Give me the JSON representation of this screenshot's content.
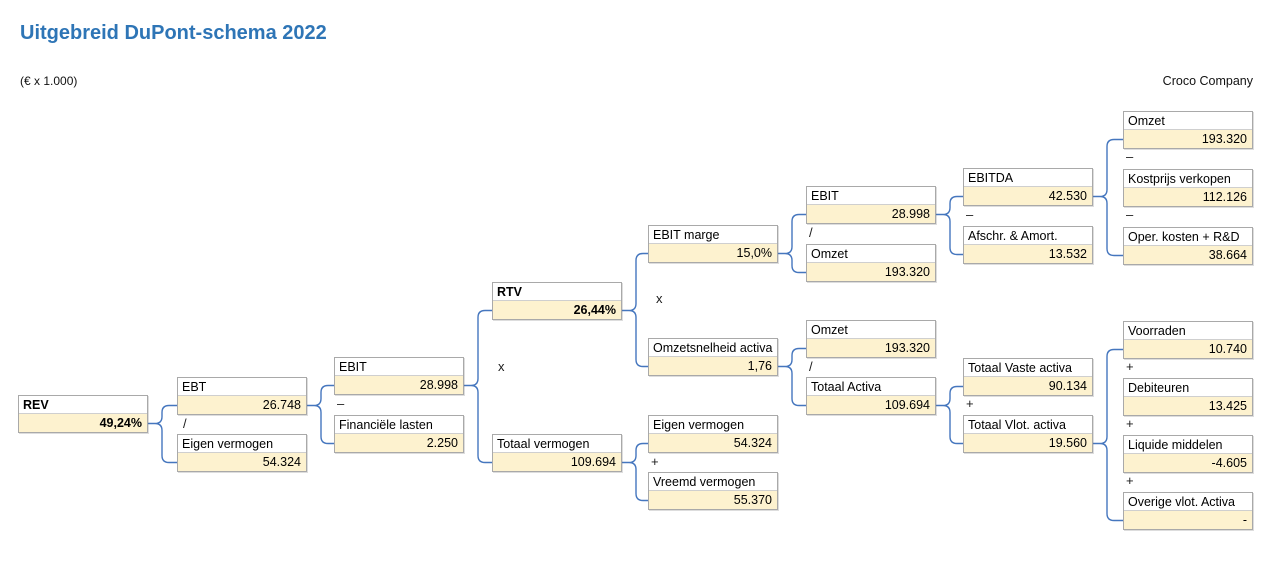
{
  "header": {
    "title": "Uitgebreid DuPont-schema 2022",
    "unit_note": "(€ x 1.000)",
    "company": "Croco Company"
  },
  "ops": {
    "divide": "/",
    "minus": "–",
    "multiply": "x",
    "plus": "+"
  },
  "colors": {
    "title_blue": "#2E75B6",
    "connector_blue": "#4576BE",
    "value_cell_fill": "#FDF2CF",
    "cell_border": "#A9A9A9"
  },
  "nodes": {
    "rev": {
      "label": "REV",
      "value": "49,24%"
    },
    "ebt": {
      "label": "EBT",
      "value": "26.748"
    },
    "eigen_vermogen_1": {
      "label": "Eigen vermogen",
      "value": "54.324"
    },
    "ebit_a": {
      "label": "EBIT",
      "value": "28.998"
    },
    "financiele_lasten": {
      "label": "Financiële lasten",
      "value": "2.250"
    },
    "rtv": {
      "label": "RTV",
      "value": "26,44%"
    },
    "totaal_vermogen": {
      "label": "Totaal vermogen",
      "value": "109.694"
    },
    "ebit_marge": {
      "label": "EBIT marge",
      "value": "15,0%"
    },
    "omzetsnelheid_activa": {
      "label": "Omzetsnelheid activa",
      "value": "1,76"
    },
    "eigen_vermogen_2": {
      "label": "Eigen vermogen",
      "value": "54.324"
    },
    "vreemd_vermogen": {
      "label": "Vreemd vermogen",
      "value": "55.370"
    },
    "ebit_b": {
      "label": "EBIT",
      "value": "28.998"
    },
    "omzet_a": {
      "label": "Omzet",
      "value": "193.320"
    },
    "omzet_b": {
      "label": "Omzet",
      "value": "193.320"
    },
    "totaal_activa": {
      "label": "Totaal Activa",
      "value": "109.694"
    },
    "ebitda": {
      "label": "EBITDA",
      "value": "42.530"
    },
    "afschr_amort": {
      "label": "Afschr. & Amort.",
      "value": "13.532"
    },
    "totaal_vaste_activa": {
      "label": "Totaal Vaste activa",
      "value": "90.134"
    },
    "totaal_vlot_activa": {
      "label": "Totaal Vlot. activa",
      "value": "19.560"
    },
    "omzet_c": {
      "label": "Omzet",
      "value": "193.320"
    },
    "kostprijs_verkopen": {
      "label": "Kostprijs verkopen",
      "value": "112.126"
    },
    "oper_kosten_rd": {
      "label": "Oper. kosten + R&D",
      "value": "38.664"
    },
    "voorraden": {
      "label": "Voorraden",
      "value": "10.740"
    },
    "debiteuren": {
      "label": "Debiteuren",
      "value": "13.425"
    },
    "liquide_middelen": {
      "label": "Liquide middelen",
      "value": "-4.605"
    },
    "overige_vlot_activa": {
      "label": "Overige vlot. Activa",
      "value": "-"
    }
  },
  "relations": [
    {
      "result": "REV",
      "operator": "/",
      "inputs": [
        "EBT",
        "Eigen vermogen"
      ]
    },
    {
      "result": "EBT",
      "operator": "–",
      "inputs": [
        "EBIT",
        "Financiële lasten"
      ]
    },
    {
      "result": "EBIT",
      "operator": "x",
      "inputs": [
        "RTV",
        "Totaal vermogen"
      ]
    },
    {
      "result": "RTV",
      "operator": "x",
      "inputs": [
        "EBIT marge",
        "Omzetsnelheid activa"
      ]
    },
    {
      "result": "Totaal vermogen",
      "operator": "+",
      "inputs": [
        "Eigen vermogen",
        "Vreemd vermogen"
      ]
    },
    {
      "result": "EBIT marge",
      "operator": "/",
      "inputs": [
        "EBIT",
        "Omzet"
      ]
    },
    {
      "result": "Omzetsnelheid activa",
      "operator": "/",
      "inputs": [
        "Omzet",
        "Totaal Activa"
      ]
    },
    {
      "result": "EBIT",
      "operator": "–",
      "inputs": [
        "EBITDA",
        "Afschr. & Amort."
      ]
    },
    {
      "result": "Totaal Activa",
      "operator": "+",
      "inputs": [
        "Totaal Vaste activa",
        "Totaal Vlot. activa"
      ]
    },
    {
      "result": "EBITDA",
      "operator": "–",
      "inputs": [
        "Omzet",
        "Kostprijs verkopen",
        "Oper. kosten + R&D"
      ]
    },
    {
      "result": "Totaal Vlot. activa",
      "operator": "+",
      "inputs": [
        "Voorraden",
        "Debiteuren",
        "Liquide middelen",
        "Overige vlot. Activa"
      ]
    }
  ]
}
